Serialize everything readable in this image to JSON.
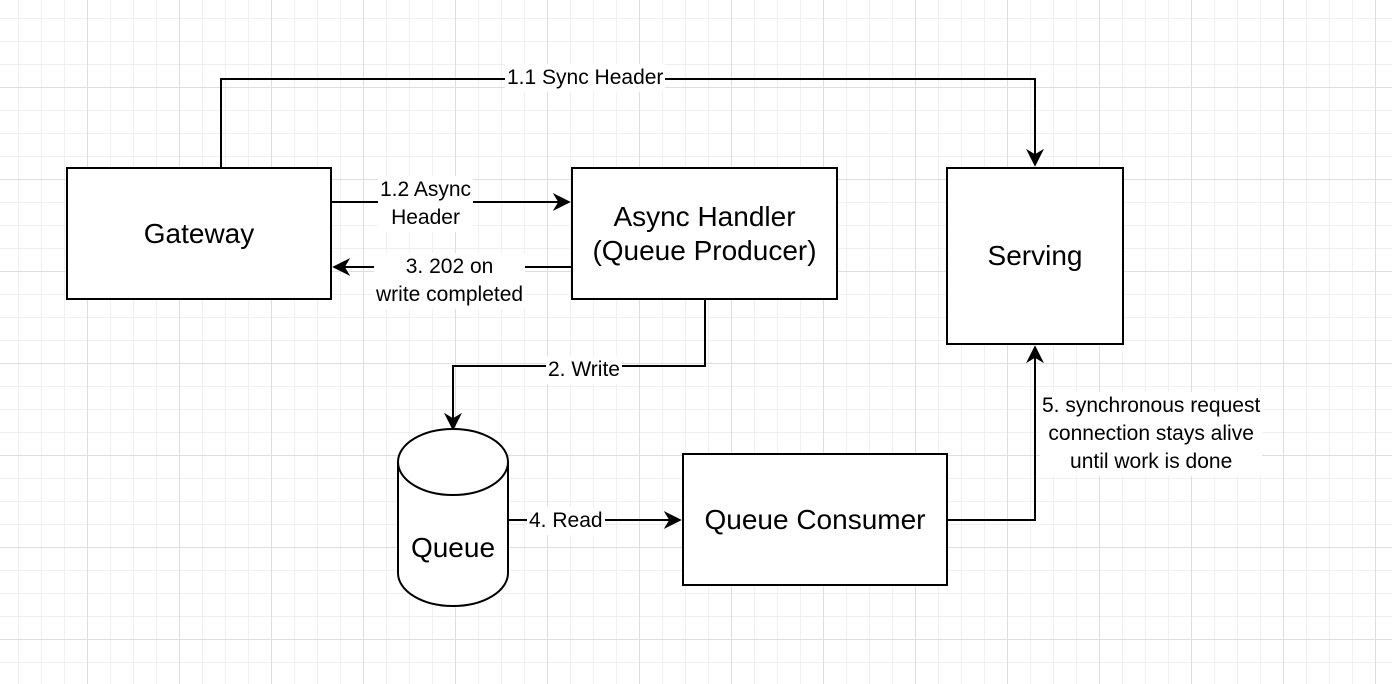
{
  "nodes": {
    "gateway": "Gateway",
    "async_handler": "Async Handler\n(Queue Producer)",
    "serving": "Serving",
    "queue": "Queue",
    "queue_consumer": "Queue Consumer"
  },
  "edges": {
    "sync_header": "1.1 Sync Header",
    "async_header": "1.2 Async\nHeader",
    "write": "2. Write",
    "accepted": "3. 202 on\nwrite completed",
    "read": "4. Read",
    "synchronous_request": "5. synchronous request\nconnection stays alive\nuntil work is done"
  },
  "colors": {
    "stroke": "#000000",
    "grid": "#dedede",
    "background": "#ffffff"
  }
}
